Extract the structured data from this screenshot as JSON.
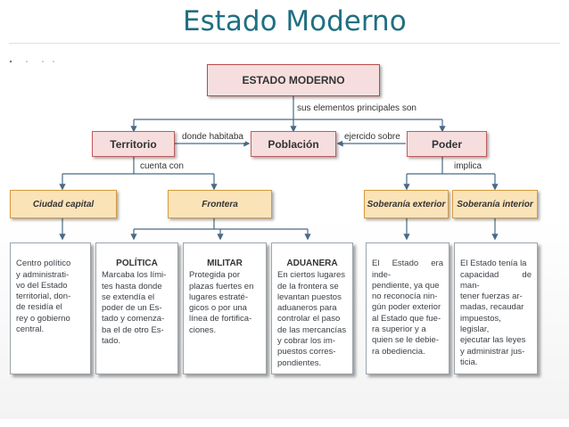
{
  "slide": {
    "title": "Estado Moderno"
  },
  "diagram": {
    "root": "ESTADO MODERNO",
    "root_edge": "sus elementos principales son",
    "nodes": {
      "territorio": "Territorio",
      "poblacion": "Población",
      "poder": "Poder"
    },
    "edges": {
      "donde_habitaba": "donde habitaba",
      "ejercido_sobre": "ejercido sobre",
      "cuenta_con": "cuenta con",
      "implica": "implica"
    },
    "subnodes": {
      "ciudad_capital": "Ciudad capital",
      "frontera": "Frontera",
      "soberania_exterior": "Soberanía exterior",
      "soberania_interior": "Soberanía interior"
    },
    "cards": {
      "ciudad_capital": {
        "text": "Centro político\ny administrati-\nvo del Estado\nterritorial, don-\nde residía el\nrey o gobierno\ncentral."
      },
      "politica": {
        "heading": "POLÍTICA",
        "text": "Marcaba los lími-\ntes hasta donde\nse extendía el\npoder de un Es-\ntado y comenza-\nba el de otro Es-\ntado."
      },
      "militar": {
        "heading": "MILITAR",
        "text": "Protegida por\nplazas fuertes en\nlugares estraté-\ngicos o por una\nlínea de fortifica-\nciones."
      },
      "aduanera": {
        "heading": "ADUANERA",
        "text": "En ciertos lugares\nde la frontera se\nlevantan puestos\naduaneros para\ncontrolar el paso\nde las mercancías\ny cobrar los im-\npuestos corres-\npondientes."
      },
      "soberania_exterior": {
        "text": "El Estado era inde-\npendiente, ya que\nno reconocía nin-\ngún poder exterior\nal Estado que fue-\nra superior y a\nquien se le debie-\nra obediencia."
      },
      "soberania_interior": {
        "text": "El Estado tenía la\ncapacidad de man-\ntener fuerzas ar-\nmadas, recaudar\nimpuestos, legislar,\nejecutar las leyes\ny administrar jus-\nticia."
      }
    },
    "colors": {
      "title": "#1f6f82",
      "lines": "#4a6a86",
      "root_fill": "#f7dede",
      "root_border": "#b94b4b",
      "sub_fill": "#fbe3b8",
      "sub_border": "#d59b3c"
    }
  }
}
